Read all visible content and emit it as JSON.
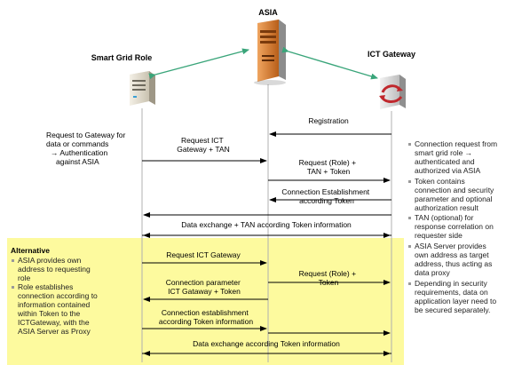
{
  "actors": {
    "asia": "ASIA",
    "smart_grid_role": "Smart Grid Role",
    "ict_gateway": "ICT Gateway"
  },
  "colors": {
    "alternative_band": "#fdfa9e",
    "connector": "#3aa57a",
    "lifeline": "#b0b0b0",
    "arrow": "#000000"
  },
  "left_note": [
    "Request to Gateway for",
    "data or commands",
    "→ Authentication",
    "against ASIA"
  ],
  "messages": {
    "registration": [
      "Registration"
    ],
    "request_ict": [
      "Request ICT",
      "Gateway + TAN"
    ],
    "request_role": [
      "Request (Role) +",
      "TAN + Token"
    ],
    "conn_establish": [
      "Connection Establishment",
      "according Token"
    ],
    "data_exchange": [
      "Data exchange + TAN according Token information"
    ],
    "alt_request_ict": [
      "Request ICT Gateway"
    ],
    "alt_request_role": [
      "Request (Role) +",
      "Token"
    ],
    "alt_conn_param": [
      "Connection parameter",
      "ICT Gataway + Token"
    ],
    "alt_conn_establish": [
      "Connection establishment",
      "according Token information"
    ],
    "alt_data_exchange": [
      "Data exchange according Token information"
    ]
  },
  "alternative": {
    "heading": "Alternative",
    "bullets": [
      [
        "ASIA provides own",
        "address to requesting",
        "role"
      ],
      [
        "Role establishes",
        "connection according to",
        "information contained",
        "within Token to the",
        "ICTGateway, with the",
        "ASIA Server as Proxy"
      ]
    ]
  },
  "right_bullets": [
    [
      "Connection request from",
      "smart grid role →",
      "authenticated and",
      "authorized via ASIA"
    ],
    [
      "Token contains",
      "connection and security",
      "parameter and optional",
      "authorization result"
    ],
    [
      "TAN (optional) for",
      "response correlation on",
      "requester side"
    ],
    [
      "ASIA Server provides",
      "own address as target",
      "address, thus acting as",
      "data proxy"
    ],
    [
      "Depending in security",
      "requirements, data on",
      "application layer need to",
      "be secured separately."
    ]
  ]
}
